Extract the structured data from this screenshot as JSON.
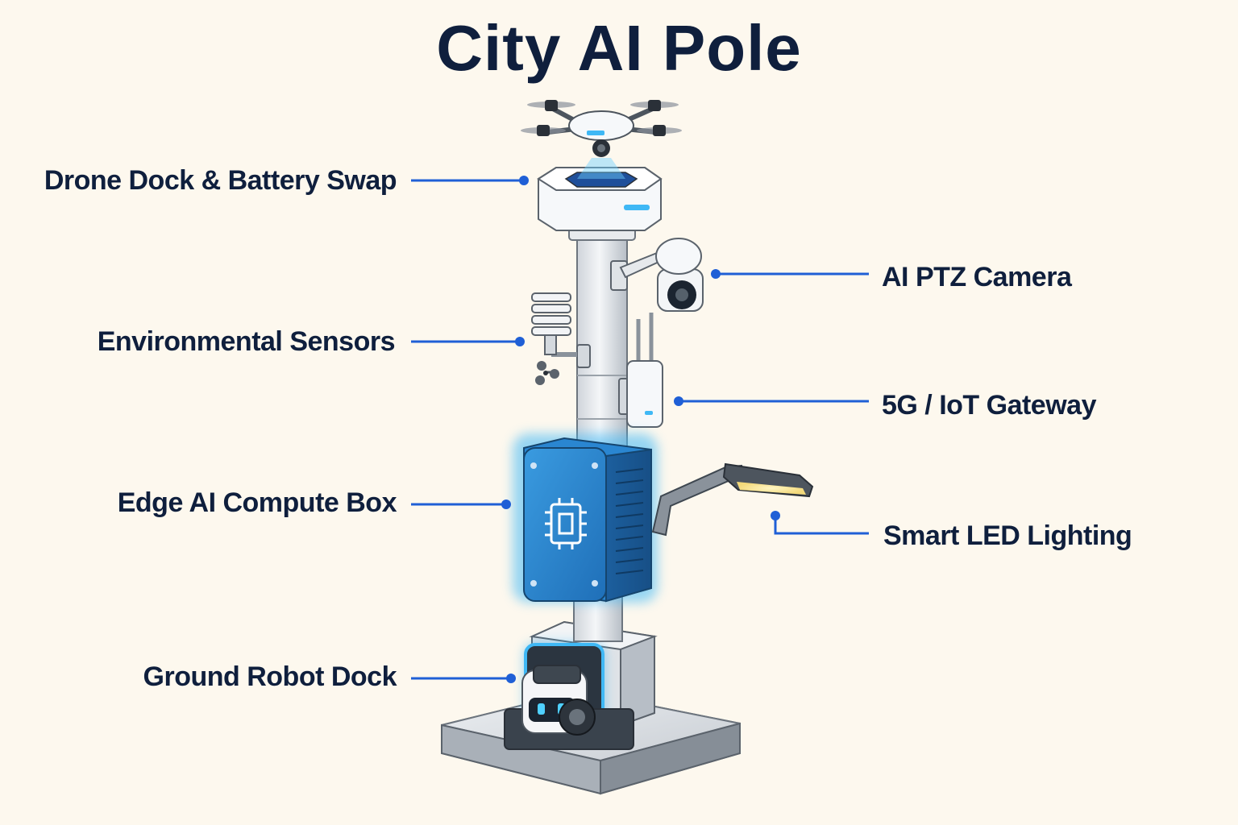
{
  "title": "City AI Pole",
  "callouts": {
    "drone_dock": "Drone Dock & Battery Swap",
    "environmental_sensors": "Environmental Sensors",
    "edge_compute": "Edge AI Compute Box",
    "ground_robot_dock": "Ground Robot Dock",
    "ptz_camera": "AI PTZ Camera",
    "gateway": "5G / IoT Gateway",
    "led_lighting": "Smart LED Lighting"
  },
  "colors": {
    "title_text": "#0f1f3d",
    "leader_line": "#1f5fd6",
    "accent_glow": "#3fb8f5",
    "compute_box": "#2a86d1",
    "background": "#fdf8ee"
  },
  "icons": [
    "drone-icon",
    "chip-icon",
    "robot-icon",
    "camera-icon",
    "antenna-icon",
    "anemometer-icon",
    "led-lamp-icon"
  ]
}
